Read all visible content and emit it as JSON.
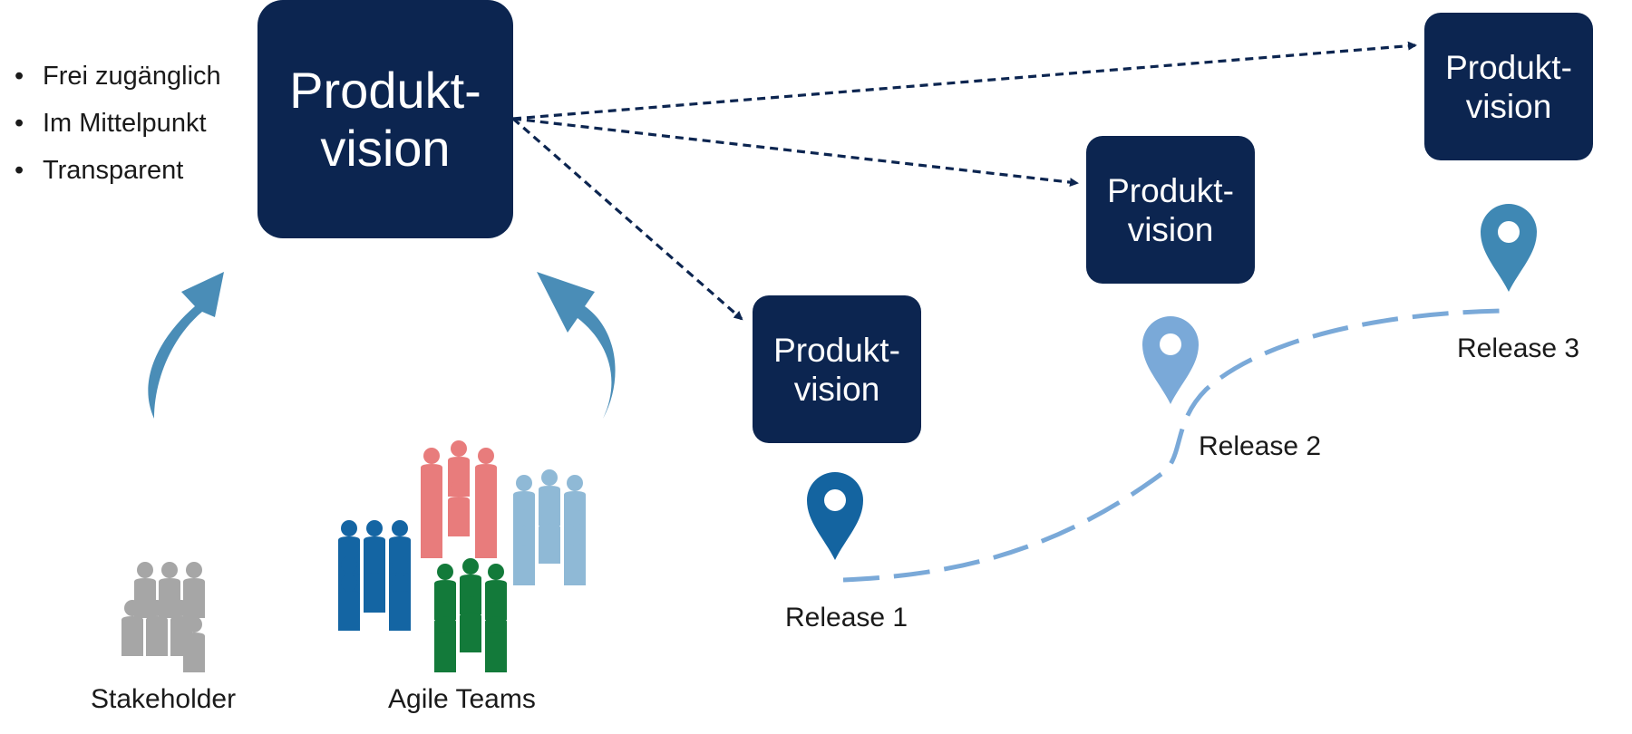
{
  "bullets": [
    {
      "marker": "•",
      "text": "Frei zugänglich"
    },
    {
      "marker": "•",
      "text": "Im Mittelpunkt"
    },
    {
      "marker": "•",
      "text": "Transparent"
    }
  ],
  "vision_main": {
    "line1": "Produkt-",
    "line2": "vision"
  },
  "releases": [
    {
      "box_line1": "Produkt-",
      "box_line2": "vision",
      "label": "Release 1",
      "pin_color": "#1464a0"
    },
    {
      "box_line1": "Produkt-",
      "box_line2": "vision",
      "label": "Release 2",
      "pin_color": "#7aa9d8"
    },
    {
      "box_line1": "Produkt-",
      "box_line2": "vision",
      "label": "Release 3",
      "pin_color": "#3f88b4"
    }
  ],
  "groups": {
    "stakeholder_label": "Stakeholder",
    "agile_label": "Agile Teams"
  },
  "colors": {
    "box": "#0c2550",
    "arrow_curved": "#4a8db7",
    "path_dashed": "#7aa9d8",
    "stakeholder": "#a6a6a6",
    "team_blue": "#1465a3",
    "team_red": "#e87c7c",
    "team_lightblue": "#8fb9d6",
    "team_green": "#137a3a"
  }
}
